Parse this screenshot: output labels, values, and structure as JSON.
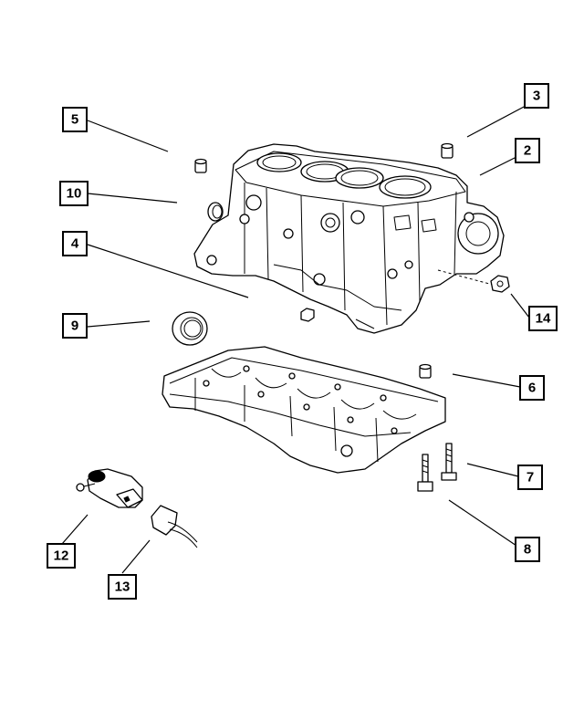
{
  "callouts": [
    {
      "id": "c3",
      "label": "3"
    },
    {
      "id": "c2",
      "label": "2"
    },
    {
      "id": "c5",
      "label": "5"
    },
    {
      "id": "c10",
      "label": "10"
    },
    {
      "id": "c4",
      "label": "4"
    },
    {
      "id": "c9",
      "label": "9"
    },
    {
      "id": "c14",
      "label": "14"
    },
    {
      "id": "c6",
      "label": "6"
    },
    {
      "id": "c7",
      "label": "7"
    },
    {
      "id": "c8",
      "label": "8"
    },
    {
      "id": "c12",
      "label": "12"
    },
    {
      "id": "c13",
      "label": "13"
    }
  ],
  "colors": {
    "ink": "#000000",
    "paper": "#ffffff"
  },
  "parts": [
    "engine-block",
    "bedplate",
    "dowel-pin",
    "cup-plug",
    "rear-seal",
    "bolt",
    "sensor",
    "connector"
  ]
}
